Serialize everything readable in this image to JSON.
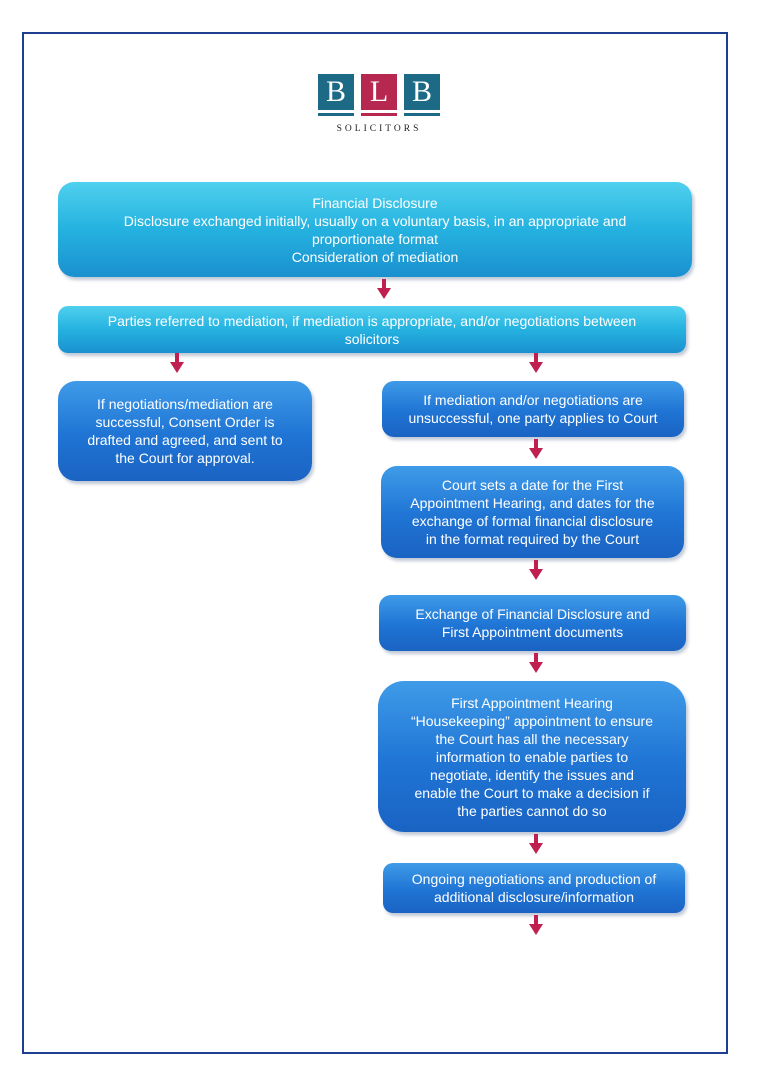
{
  "logo": {
    "letters": [
      "B",
      "L",
      "B"
    ],
    "subtitle": "SOLICITORS",
    "colors": {
      "teal": "#1c6a86",
      "red": "#b6284f"
    }
  },
  "flowchart": {
    "arrow_color": "#c0204f",
    "box_colors": {
      "cyan": "#25b2e0",
      "blue": "#1f74d4"
    },
    "nodes": {
      "financial_disclosure": "Financial Disclosure\nDisclosure exchanged initially, usually on a voluntary basis, in an appropriate and\nproportionate format\nConsideration of mediation",
      "mediation_referral": "Parties referred to mediation, if mediation is appropriate, and/or negotiations between\nsolicitors",
      "negotiations_successful": "If negotiations/mediation are\nsuccessful, Consent Order is\ndrafted and agreed, and sent to\nthe Court for approval.",
      "negotiations_unsuccessful": "If mediation and/or negotiations are\nunsuccessful, one party applies to Court",
      "court_sets_date": "Court sets a date for the First\nAppointment Hearing, and dates for the\nexchange of formal financial disclosure\nin the format required by the Court",
      "exchange_disclosure": "Exchange of Financial Disclosure and\nFirst Appointment documents",
      "first_appointment_hearing": "First Appointment Hearing\n“Housekeeping” appointment to ensure\nthe Court has all the necessary\ninformation to enable parties to\nnegotiate, identify the issues and\nenable the Court to make a decision if\nthe parties cannot do so",
      "ongoing_negotiations": "Ongoing negotiations and production of\nadditional disclosure/information"
    }
  }
}
